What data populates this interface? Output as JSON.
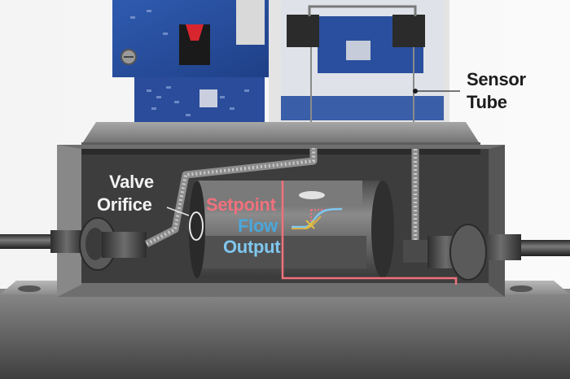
{
  "labels": {
    "sensor_line1": "Sensor",
    "sensor_line2": "Tube",
    "valve_line1": "Valve",
    "valve_line2": "Orifice",
    "setpoint": "Setpoint",
    "flow": "Flow",
    "output": "Output"
  },
  "colors": {
    "setpoint": "#f0717d",
    "flow": "#4aa8dc",
    "output": "#7fc7ef",
    "sensor_pcb": "#2a4f9e",
    "housing": "#6b6b6b"
  }
}
